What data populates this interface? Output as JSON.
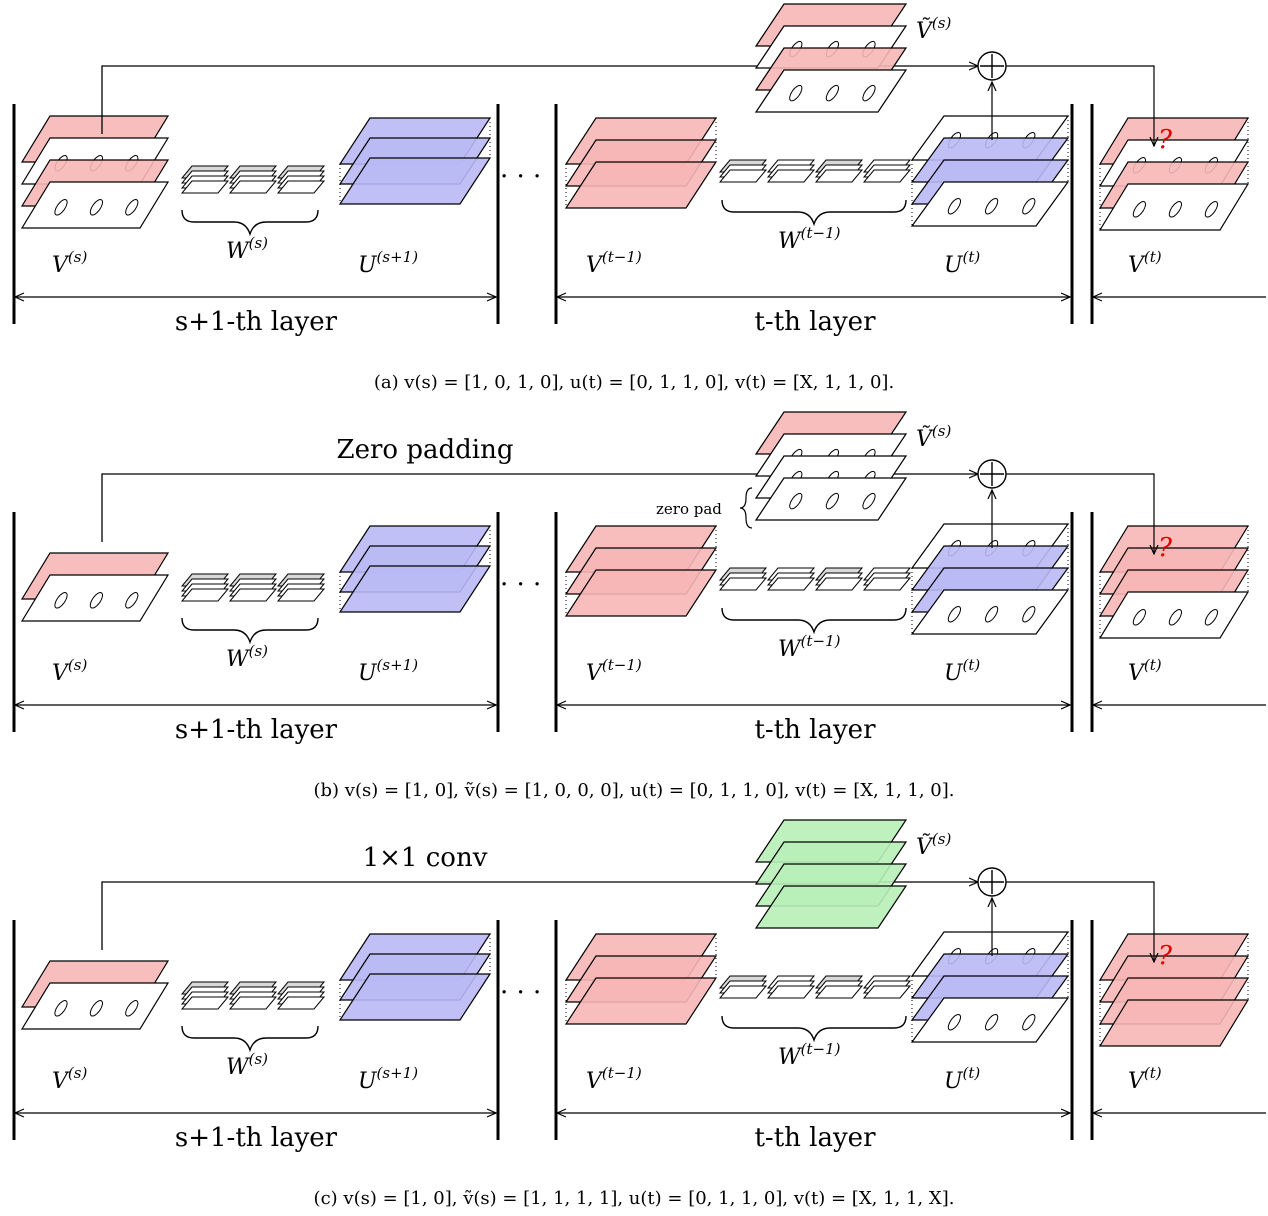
{
  "colors": {
    "red_layer": "#f7b6b6",
    "blue_layer": "#b9b9f5",
    "green_layer": "#b8f0b8",
    "gray_layer": "#d9d9d9",
    "white_layer": "#ffffff",
    "question_mark": "#e00000"
  },
  "labels": {
    "V_s": "V(s)",
    "W_s": "W(s)",
    "U_s1": "U(s+1)",
    "V_t1": "V(t−1)",
    "W_t1": "W(t−1)",
    "U_t": "U(t)",
    "V_t": "V(t)",
    "V_tilde_s": "Ṽ(s)",
    "dots": "· · ·",
    "question": "?",
    "layer_s1": "s+1-th layer",
    "layer_t": "t-th layer"
  },
  "panels": [
    {
      "id": "a",
      "caption": "(a) v(s) = [1, 0, 1, 0], u(t) = [0, 1, 1, 0], v(t) = [X, 1, 1, 0].",
      "annotation": "",
      "side_note": "",
      "vs_layers": [
        "red",
        "white",
        "red",
        "white"
      ],
      "vtilde_layers": [
        "red",
        "white",
        "red",
        "white"
      ],
      "vt_layers": [
        "red",
        "white",
        "red",
        "white"
      ]
    },
    {
      "id": "b",
      "caption": "(b) v(s) = [1, 0], ṽ(s) = [1, 0, 0, 0], u(t) = [0, 1, 1, 0], v(t) = [X, 1, 1, 0].",
      "annotation": "Zero padding",
      "side_note": "zero pad",
      "vs_layers": [
        "red",
        "white"
      ],
      "vtilde_layers": [
        "red",
        "white",
        "white",
        "white"
      ],
      "vt_layers": [
        "red",
        "red",
        "red",
        "white"
      ]
    },
    {
      "id": "c",
      "caption": "(c) v(s) = [1, 0], ṽ(s) = [1, 1, 1, 1], u(t) = [0, 1, 1, 0], v(t) = [X, 1, 1, X].",
      "annotation": "1×1 conv",
      "side_note": "",
      "vs_layers": [
        "red",
        "white"
      ],
      "vtilde_layers": [
        "green",
        "green",
        "green",
        "green"
      ],
      "vt_layers": [
        "red",
        "red",
        "red",
        "red"
      ]
    }
  ]
}
